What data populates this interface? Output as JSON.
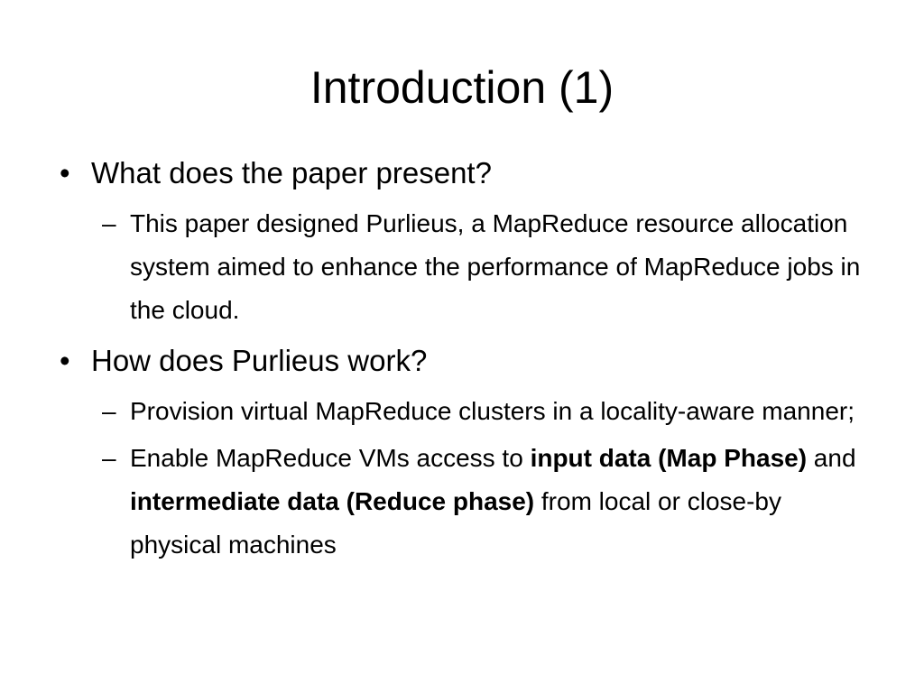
{
  "slide": {
    "title": "Introduction (1)",
    "bullet_marker": "•",
    "sub_marker": "–",
    "points": [
      {
        "text": "What does the paper present?",
        "subpoints": [
          {
            "text": "This paper designed Purlieus, a MapReduce resource allocation system aimed to enhance the performance of MapReduce jobs in the cloud."
          }
        ]
      },
      {
        "text": "How does Purlieus work?",
        "subpoints": [
          {
            "text": "Provision virtual MapReduce clusters in a locality-aware manner;"
          },
          {
            "segments": [
              "Enable MapReduce VMs access to ",
              "input data (Map Phase)",
              " and ",
              "intermediate data (Reduce phase)",
              " from local or close-by physical machines"
            ]
          }
        ]
      }
    ]
  }
}
